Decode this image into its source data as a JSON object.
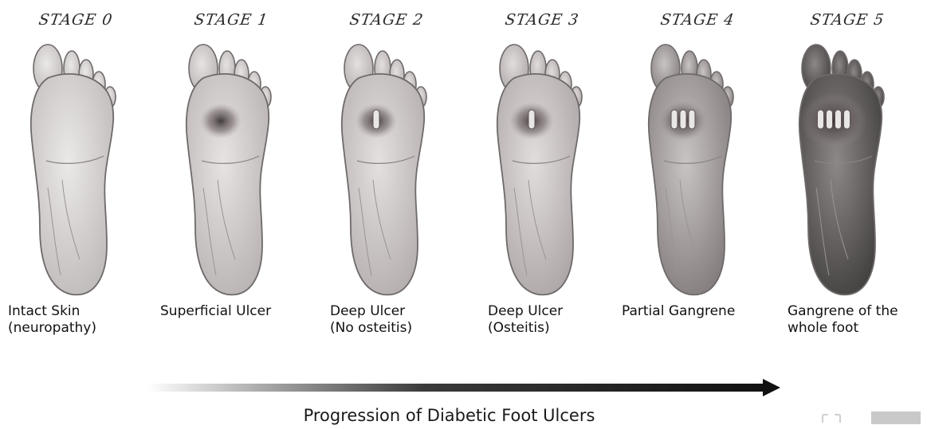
{
  "stages": [
    {
      "label": "STAGE 0",
      "caption": "Intact Skin\n(neuropathy)",
      "tone": "#ebe8e8",
      "shade": "#bdb8b8",
      "severity": 0
    },
    {
      "label": "STAGE 1",
      "caption": "Superficial Ulcer",
      "tone": "#e7e3e3",
      "shade": "#b6b0b0",
      "severity": 1
    },
    {
      "label": "STAGE 2",
      "caption": "Deep Ulcer\n(No osteitis)",
      "tone": "#e4e0e0",
      "shade": "#b2abab",
      "severity": 2
    },
    {
      "label": "STAGE 3",
      "caption": "Deep Ulcer\n(Osteitis)",
      "tone": "#e2dddd",
      "shade": "#aaa3a3",
      "severity": 3
    },
    {
      "label": "STAGE 4",
      "caption": "Partial Gangrene",
      "tone": "#c9c4c4",
      "shade": "#7f7878",
      "severity": 4
    },
    {
      "label": "STAGE 5",
      "caption": "Gangrene of the\nwhole foot",
      "tone": "#8d8888",
      "shade": "#3e3b3b",
      "severity": 5
    }
  ],
  "footer": {
    "title": "Progression of Diabetic Foot Ulcers"
  }
}
